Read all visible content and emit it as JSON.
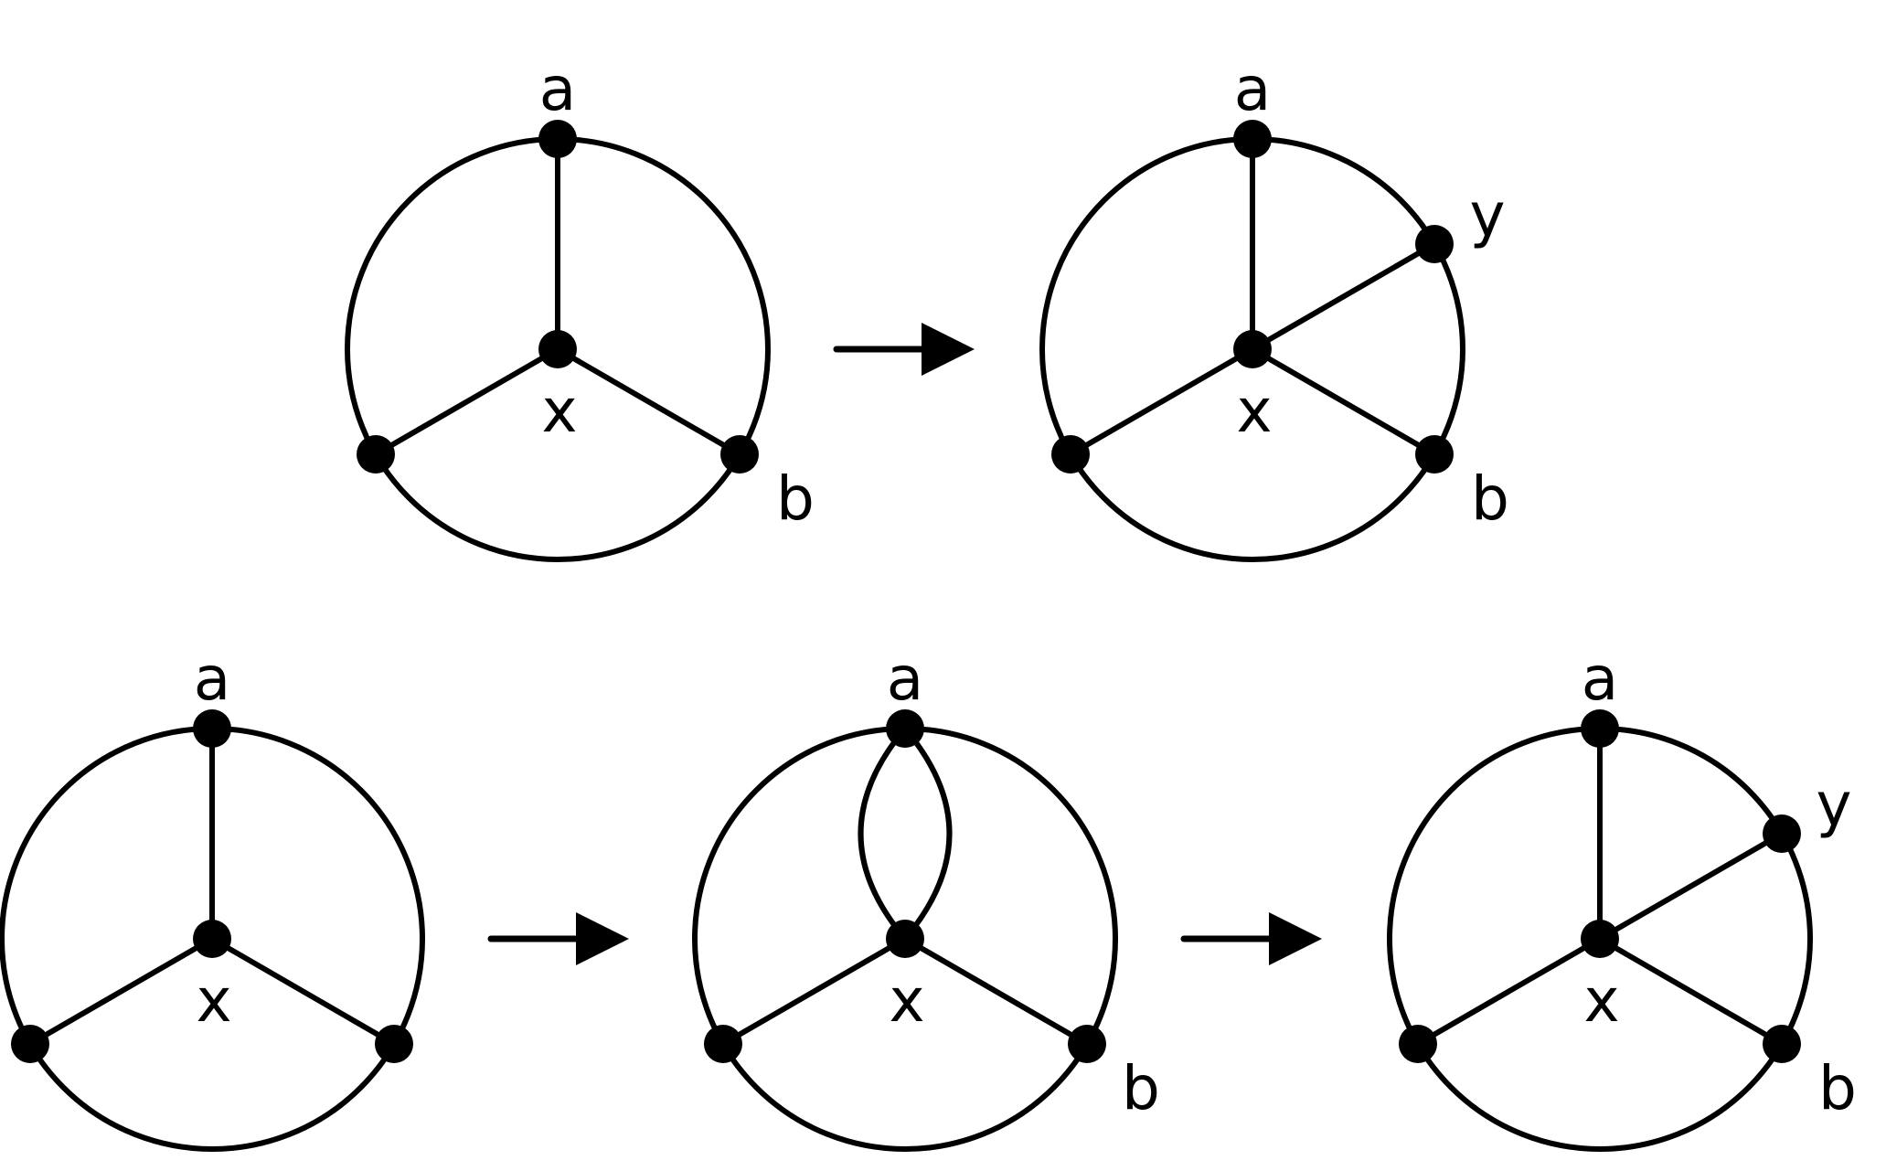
{
  "colors": {
    "stroke": "#000000",
    "background": "#ffffff"
  },
  "diagrams": [
    {
      "id": "top-left",
      "labels": {
        "a": "a",
        "x": "x",
        "b": "b"
      }
    },
    {
      "id": "top-right",
      "labels": {
        "a": "a",
        "x": "x",
        "y": "y",
        "b": "b"
      }
    },
    {
      "id": "bottom-left",
      "labels": {
        "a": "a",
        "x": "x"
      }
    },
    {
      "id": "bottom-middle",
      "labels": {
        "a": "a",
        "x": "x",
        "b": "b"
      }
    },
    {
      "id": "bottom-right",
      "labels": {
        "a": "a",
        "x": "x",
        "y": "y",
        "b": "b"
      }
    }
  ],
  "arrows": [
    {
      "from": "top-left",
      "to": "top-right"
    },
    {
      "from": "bottom-left",
      "to": "bottom-middle"
    },
    {
      "from": "bottom-middle",
      "to": "bottom-right"
    }
  ]
}
